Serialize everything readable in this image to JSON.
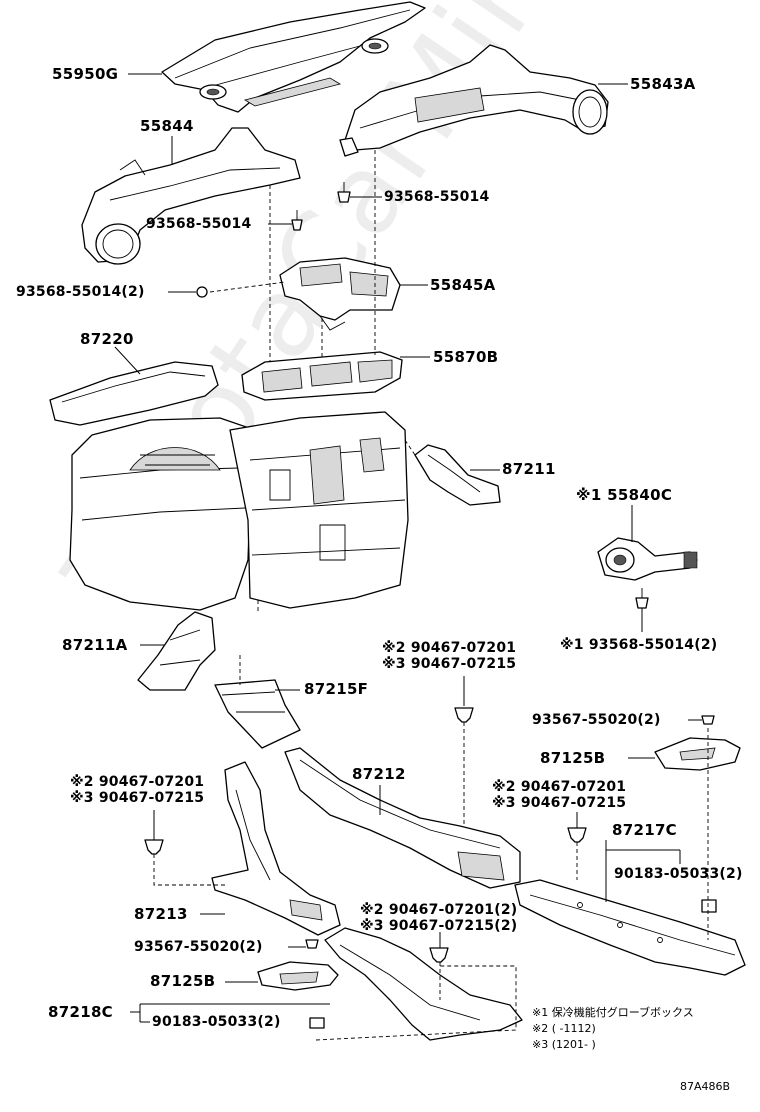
{
  "watermark": "ToyotaCarMine.ru",
  "diagram_code": "87A486B",
  "labels": {
    "p55950G": "55950G",
    "p55843A": "55843A",
    "p55844": "55844",
    "p93568_a": "93568-55014",
    "p93568_b": "93568-55014",
    "p93568_c": "93568-55014(2)",
    "p55845A": "55845A",
    "p87220": "87220",
    "p55870B": "55870B",
    "p87211": "87211",
    "p55840C": "※1 55840C",
    "p93568_d": "※1 93568-55014(2)",
    "p87211A": "87211A",
    "p90467_a1": "※2 90467-07201",
    "p90467_a2": "※3 90467-07215",
    "p87215F": "87215F",
    "p93567_a": "93567-55020(2)",
    "p87125B_a": "87125B",
    "p87212": "87212",
    "p90467_b1": "※2 90467-07201",
    "p90467_b2": "※3 90467-07215",
    "p90467_c1": "※2 90467-07201",
    "p90467_c2": "※3 90467-07215",
    "p87217C": "87217C",
    "p90183_a": "90183-05033(2)",
    "p87213": "87213",
    "p90467_d1": "※2 90467-07201(2)",
    "p90467_d2": "※3 90467-07215(2)",
    "p93567_b": "93567-55020(2)",
    "p87125B_b": "87125B",
    "p87218C": "87218C",
    "p90183_b": "90183-05033(2)"
  },
  "notes": {
    "n1": "※1 保冷機能付グローブボックス",
    "n2": "※2 (          -1112)",
    "n3": "※3 (1201-          )"
  }
}
